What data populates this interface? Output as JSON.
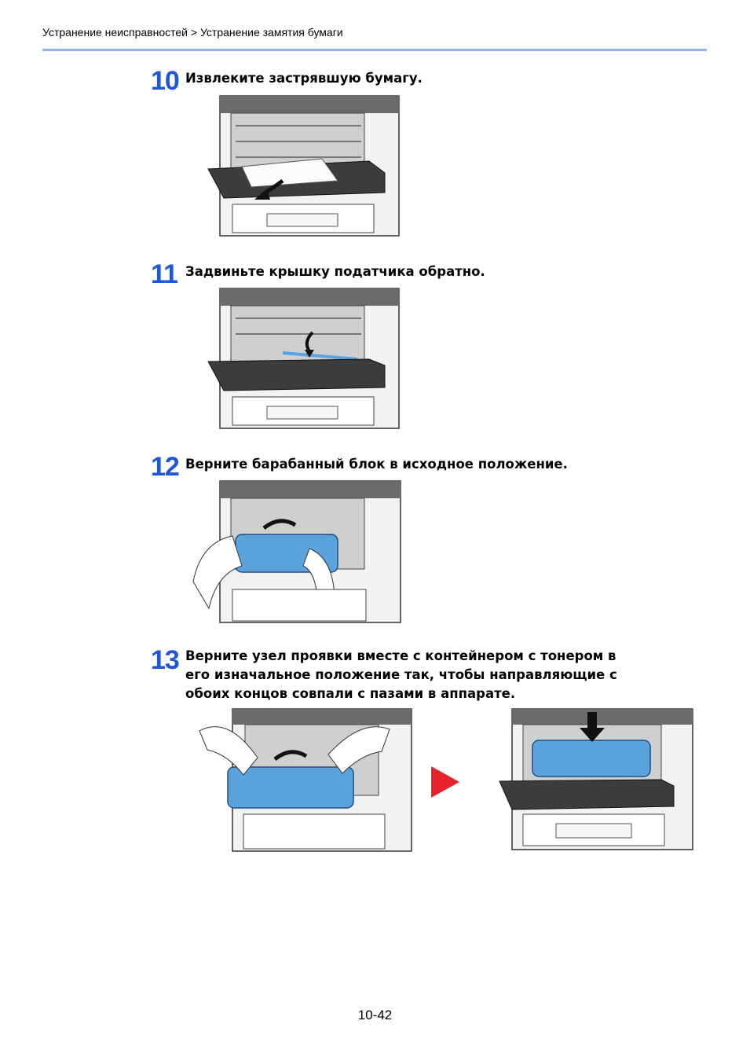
{
  "header": {
    "breadcrumb": "Устранение неисправностей > Устранение замятия бумаги"
  },
  "steps": [
    {
      "number": "10",
      "text": "Извлеките застрявшую бумагу."
    },
    {
      "number": "11",
      "text": "Задвиньте крышку податчика обратно."
    },
    {
      "number": "12",
      "text": "Верните барабанный блок в исходное положение."
    },
    {
      "number": "13",
      "lines": [
        "Верните узел проявки вместе с контейнером с тонером в",
        "его изначальное положение так, чтобы направляющие с",
        "обоих концов совпали с пазами в аппарате."
      ]
    }
  ],
  "footer": {
    "page_number": "10-42"
  },
  "colors": {
    "accent_blue": "#1f57d6",
    "part_blue": "#5ba3dc",
    "arrow_red": "#e8222b"
  }
}
